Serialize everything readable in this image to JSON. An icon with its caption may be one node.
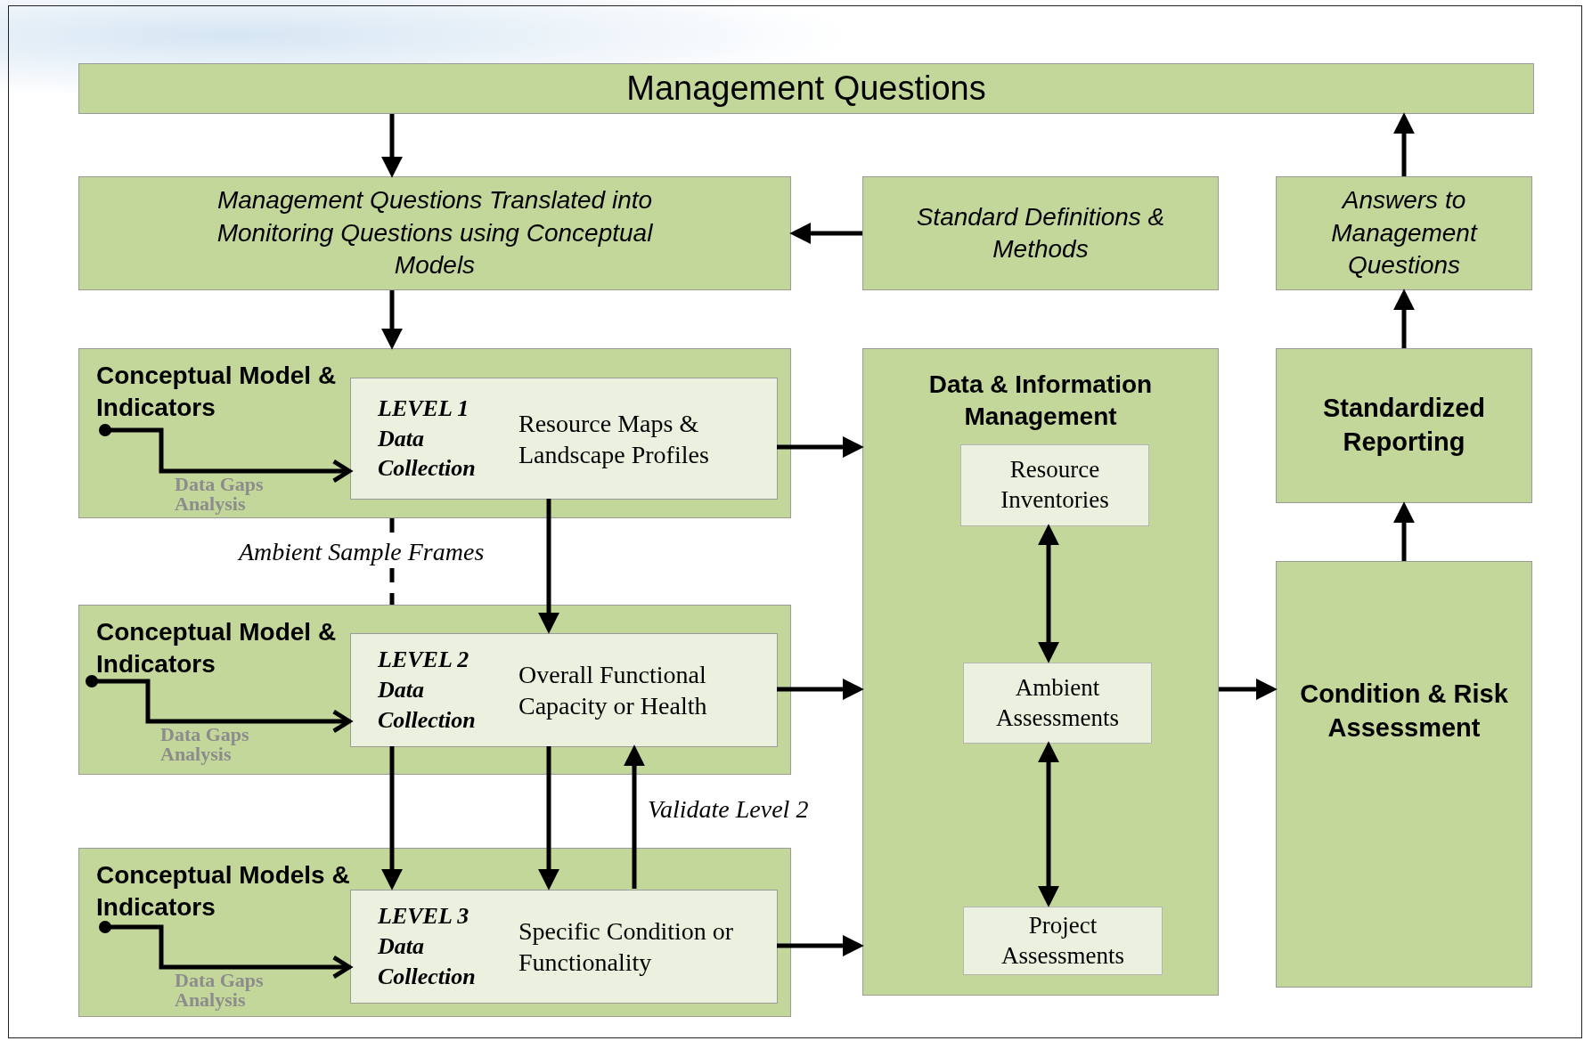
{
  "diagram": {
    "nodes": [
      {
        "text": [
          "Management Questions"
        ]
      },
      {
        "text": [
          "Management Questions Translated into Monitoring Questions using Conceptual Models"
        ]
      },
      {
        "text": [
          "Standard Definitions & Methods"
        ]
      },
      {
        "text": [
          "Answers to Management Questions"
        ]
      },
      {
        "text": [
          "Conceptual Model & Indicators"
        ]
      },
      {
        "text": [
          "LEVEL 1 Data Collection",
          "Resource Maps & Landscape Profiles"
        ],
        "in": 4
      },
      {
        "text": [
          "Conceptual Model & Indicators"
        ]
      },
      {
        "text": [
          "LEVEL 2 Data Collection",
          "Overall Functional Capacity or Health"
        ],
        "in": 6
      },
      {
        "text": [
          "Conceptual Models & Indicators"
        ]
      },
      {
        "text": [
          "LEVEL 3 Data Collection",
          "Specific Condition or Functionality"
        ],
        "in": 8
      },
      {
        "text": [
          "Data & Information Management"
        ]
      },
      {
        "text": [
          "Resource Inventories"
        ],
        "in": 10
      },
      {
        "text": [
          "Ambient Assessments"
        ],
        "in": 10
      },
      {
        "text": [
          "Project Assessments"
        ],
        "in": 10
      },
      {
        "text": [
          "Standardized Reporting"
        ]
      },
      {
        "text": [
          "Condition & Risk Assessment"
        ]
      }
    ],
    "edges": [
      {
        "from": 0,
        "to": 1,
        "arrow": "to"
      },
      {
        "from": 2,
        "to": 1,
        "arrow": "to"
      },
      {
        "from": 1,
        "to": 4,
        "arrow": "to"
      },
      {
        "from": null,
        "to": 5,
        "arrow": "to",
        "label": "Data Gaps Analysis"
      },
      {
        "from": null,
        "to": 7,
        "arrow": "to",
        "label": "Data Gaps Analysis"
      },
      {
        "from": null,
        "to": 9,
        "arrow": "to",
        "label": "Data Gaps Analysis"
      },
      {
        "from": 5,
        "to": 10,
        "arrow": "to"
      },
      {
        "from": 7,
        "to": 10,
        "arrow": "to"
      },
      {
        "from": 9,
        "to": 10,
        "arrow": "to"
      },
      {
        "from": 4,
        "to": 6,
        "arrow": "none",
        "style": "dashed",
        "label": "Ambient Sample Frames"
      },
      {
        "from": 5,
        "to": 7,
        "arrow": "to"
      },
      {
        "from": 7,
        "to": 9,
        "arrow": "to"
      },
      {
        "from": 7,
        "to": 9,
        "arrow": "to"
      },
      {
        "from": 9,
        "to": 7,
        "arrow": "to",
        "label": "Validate Level 2"
      },
      {
        "from": 11,
        "to": 12,
        "arrow": "both"
      },
      {
        "from": 12,
        "to": 13,
        "arrow": "both"
      },
      {
        "from": 10,
        "to": 15,
        "arrow": "to"
      },
      {
        "from": 15,
        "to": 14,
        "arrow": "to"
      },
      {
        "from": 14,
        "to": 3,
        "arrow": "to"
      },
      {
        "from": 3,
        "to": 0,
        "arrow": "to"
      }
    ]
  }
}
